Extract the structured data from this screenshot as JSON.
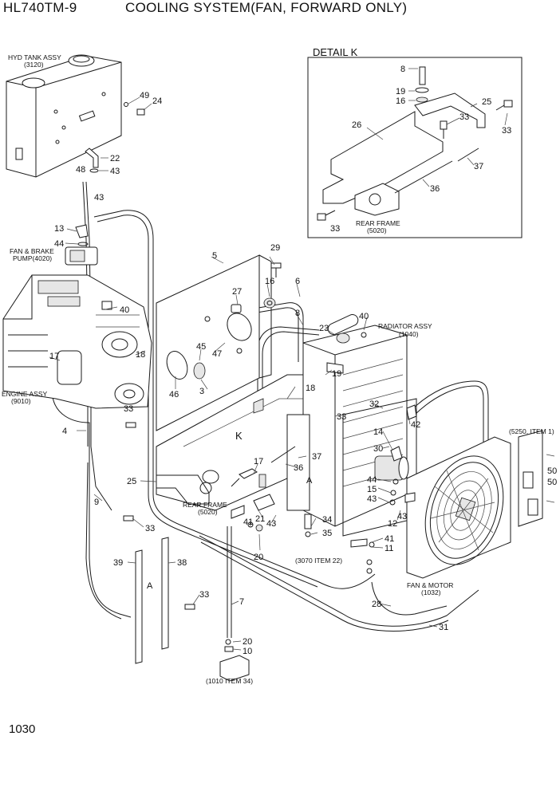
{
  "header": {
    "model": "HL740TM-9",
    "title": "COOLING SYSTEM(FAN, FORWARD ONLY)"
  },
  "footer": {
    "page_number": "1030"
  },
  "detail": {
    "title": "DETAIL K"
  },
  "assemblies": {
    "hyd_tank": [
      "HYD TANK ASSY",
      "(3120)"
    ],
    "pump": [
      "FAN & BRAKE",
      "PUMP(4020)"
    ],
    "engine": [
      "ENGINE ASSY",
      "(9010)"
    ],
    "radiator": [
      "RADIATOR ASSY",
      "(1040)"
    ],
    "rear_frame_detail": [
      "REAR FRAME",
      "(5020)"
    ],
    "rear_frame_main": [
      "REAR FRAME",
      "(5020)"
    ],
    "fan_motor": [
      "FAN & MOTOR",
      "(1032)"
    ],
    "ref_5250": "(5250, ITEM 1)",
    "ref_3070": "(3070 ITEM 22)",
    "ref_1010": "(1010 ITEM 34)"
  },
  "section_marks": {
    "k": "K",
    "a": "A"
  },
  "callouts": {
    "c49": "49",
    "c24": "24",
    "c22": "22",
    "c48": "48",
    "c43a": "43",
    "c43b": "43",
    "c13": "13",
    "c44a": "44",
    "c40a": "40",
    "c18a": "18",
    "c17a": "17",
    "c33a": "33",
    "c4": "4",
    "c5": "5",
    "c29": "29",
    "c16a": "16",
    "c6": "6",
    "c27": "27",
    "c8a": "8",
    "c40b": "40",
    "c23": "23",
    "c45": "45",
    "c47": "47",
    "c46": "46",
    "c3": "3",
    "c19a": "19",
    "c18b": "18",
    "c33b": "33",
    "c32": "32",
    "c42": "42",
    "c14": "14",
    "c30": "30",
    "c17b": "17",
    "c36a": "36",
    "c37a": "37",
    "c25a": "25",
    "c44b": "44",
    "c15": "15",
    "c43c": "43",
    "c43d": "43",
    "c12": "12",
    "c9": "9",
    "c21": "21",
    "c43e": "43",
    "c41a": "41",
    "c34": "34",
    "c35": "35",
    "c41b": "41",
    "c11": "11",
    "c20a": "20",
    "c33c": "33",
    "c39": "39",
    "c38": "38",
    "c33d": "33",
    "c7": "7",
    "c20b": "20",
    "c10": "10",
    "c28": "28",
    "c31": "31",
    "c50a": "50",
    "c50b": "50",
    "d8": "8",
    "d19": "19",
    "d16": "16",
    "d25": "25",
    "d33a": "33",
    "d33b": "33",
    "d26": "26",
    "d37": "37",
    "d36": "36",
    "d33c": "33"
  }
}
